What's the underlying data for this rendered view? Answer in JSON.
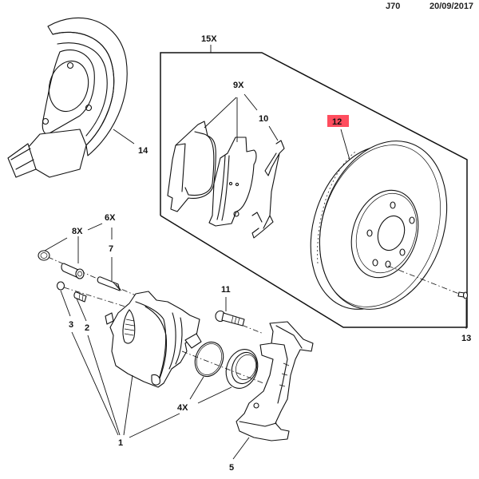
{
  "header": {
    "code": "J70",
    "date": "20/09/2017"
  },
  "colors": {
    "highlight": "#ff4d5e",
    "line": "#111111",
    "background": "#ffffff"
  },
  "callouts": {
    "kit_15": "15X",
    "pad_9": "9X",
    "spring_10": "10",
    "disc_12": "12",
    "screw_13": "13",
    "shield_14": "14",
    "bushing_8": "8X",
    "pin_6": "6X",
    "bolt_7": "7",
    "cap_3": "3",
    "bleeder_2": "2",
    "bolt_11": "11",
    "caliper_1": "1",
    "seal_4": "4X",
    "carrier_5": "5"
  },
  "highlighted_part": "12"
}
